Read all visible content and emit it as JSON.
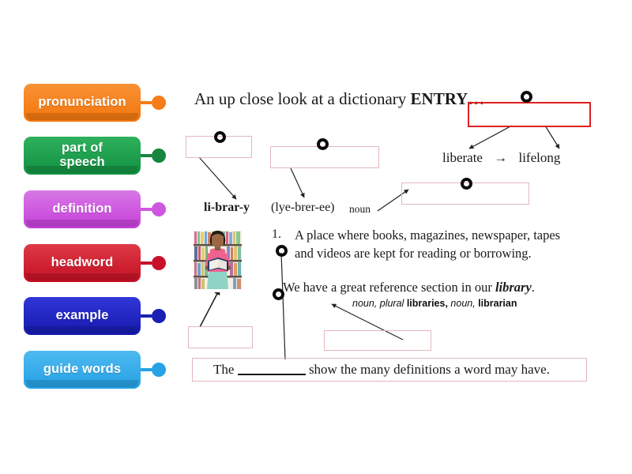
{
  "page": {
    "background": "#ffffff",
    "title_prefix": "An up close look at a dictionary ",
    "title_strong": "ENTRY",
    "title_suffix": "…"
  },
  "labels": [
    {
      "id": "pronunciation",
      "text": "pronunciation",
      "color": "#f47b16",
      "shadow": "#d96508",
      "knob": "#f57c17"
    },
    {
      "id": "part-of-speech",
      "text": "part of\nspeech",
      "line1": "part of",
      "line2": "speech",
      "color": "#1f9d4d",
      "shadow": "#137a39",
      "knob": "#17843e"
    },
    {
      "id": "definition",
      "text": "definition",
      "color": "#cc55dd",
      "shadow": "#b92ed0",
      "knob": "#cf56e0"
    },
    {
      "id": "headword",
      "text": "headword",
      "color": "#cf2233",
      "shadow": "#b0101f",
      "knob": "#c9102a"
    },
    {
      "id": "example",
      "text": "example",
      "color": "#2227c6",
      "shadow": "#171aa0",
      "knob": "#1a1fb4"
    },
    {
      "id": "guide-words",
      "text": "guide words",
      "color": "#35a9e8",
      "shadow": "#1b8cd0",
      "knob": "#25a2e5"
    }
  ],
  "worksheet": {
    "guide_word_left": "liberate",
    "guide_word_arrow": "→",
    "guide_word_right": "lifelong",
    "headword": "li-brar-y",
    "pronunciation": "(lye-brer-ee)",
    "part_of_speech": "noun",
    "definition_number": "1.",
    "definition_line1": "A place where books, magazines, newspaper, tapes",
    "definition_line2": "and videos are kept for reading or borrowing.",
    "example_prefix": "We have a great reference section in our ",
    "example_word": "library",
    "example_suffix": ".",
    "inflections": [
      {
        "text": "noun, plural ",
        "style": "italic"
      },
      {
        "text": "libraries,",
        "style": "bold"
      },
      {
        "text": " noun, ",
        "style": "italic"
      },
      {
        "text": "librarian",
        "style": "bold"
      }
    ],
    "bottom_sentence_prefix": "The ",
    "bottom_sentence_blank": "__________",
    "bottom_sentence_suffix": " show the many definitions a word may have.",
    "photo_alt": "student-reading-in-library"
  },
  "dropzones": [
    {
      "id": "dropzone-guide-words",
      "label": "guide-words-answer-box",
      "filled": false
    },
    {
      "id": "dropzone-headword",
      "label": "headword-answer-box",
      "filled": false
    },
    {
      "id": "dropzone-pronunciation",
      "label": "pronunciation-answer-box",
      "filled": false
    },
    {
      "id": "dropzone-part-of-speech",
      "label": "part-of-speech-answer-box",
      "filled": false
    },
    {
      "id": "dropzone-photo",
      "label": "photo-answer-box",
      "filled": false
    },
    {
      "id": "dropzone-example",
      "label": "example-answer-box",
      "filled": false
    },
    {
      "id": "dropzone-definition",
      "label": "definition-answer-box",
      "filled": false
    }
  ]
}
